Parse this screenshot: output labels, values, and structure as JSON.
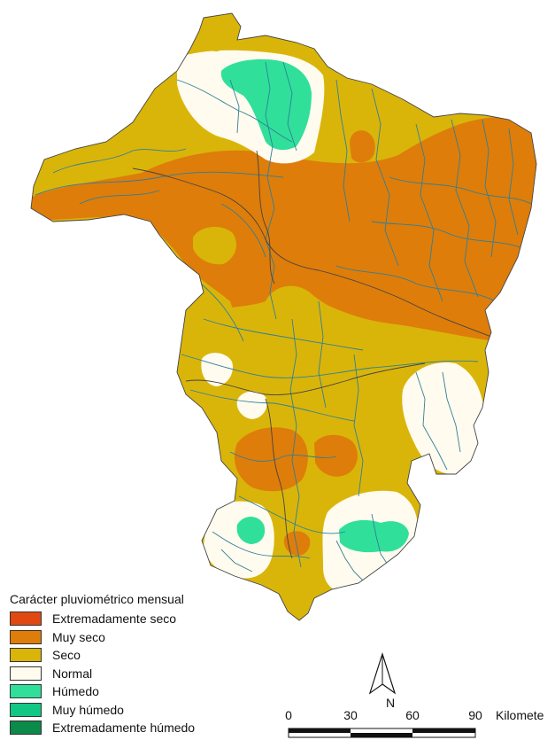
{
  "legend": {
    "title": "Carácter pluviométrico mensual",
    "items": [
      {
        "label": "Extremadamente seco",
        "color": "#e04a12"
      },
      {
        "label": "Muy seco",
        "color": "#de7d0a"
      },
      {
        "label": "Seco",
        "color": "#d9b50a"
      },
      {
        "label": "Normal",
        "color": "#fffbef"
      },
      {
        "label": "Húmedo",
        "color": "#30e09a"
      },
      {
        "label": "Muy húmedo",
        "color": "#12c784"
      },
      {
        "label": "Extremadamente húmedo",
        "color": "#0b8a4a"
      }
    ]
  },
  "north_arrow": {
    "label": "N"
  },
  "scale_bar": {
    "ticks": [
      "0",
      "30",
      "60",
      "90"
    ],
    "unit": "Kilomete"
  },
  "map_colors": {
    "river": "#2f7f9a",
    "border": "#444444"
  }
}
